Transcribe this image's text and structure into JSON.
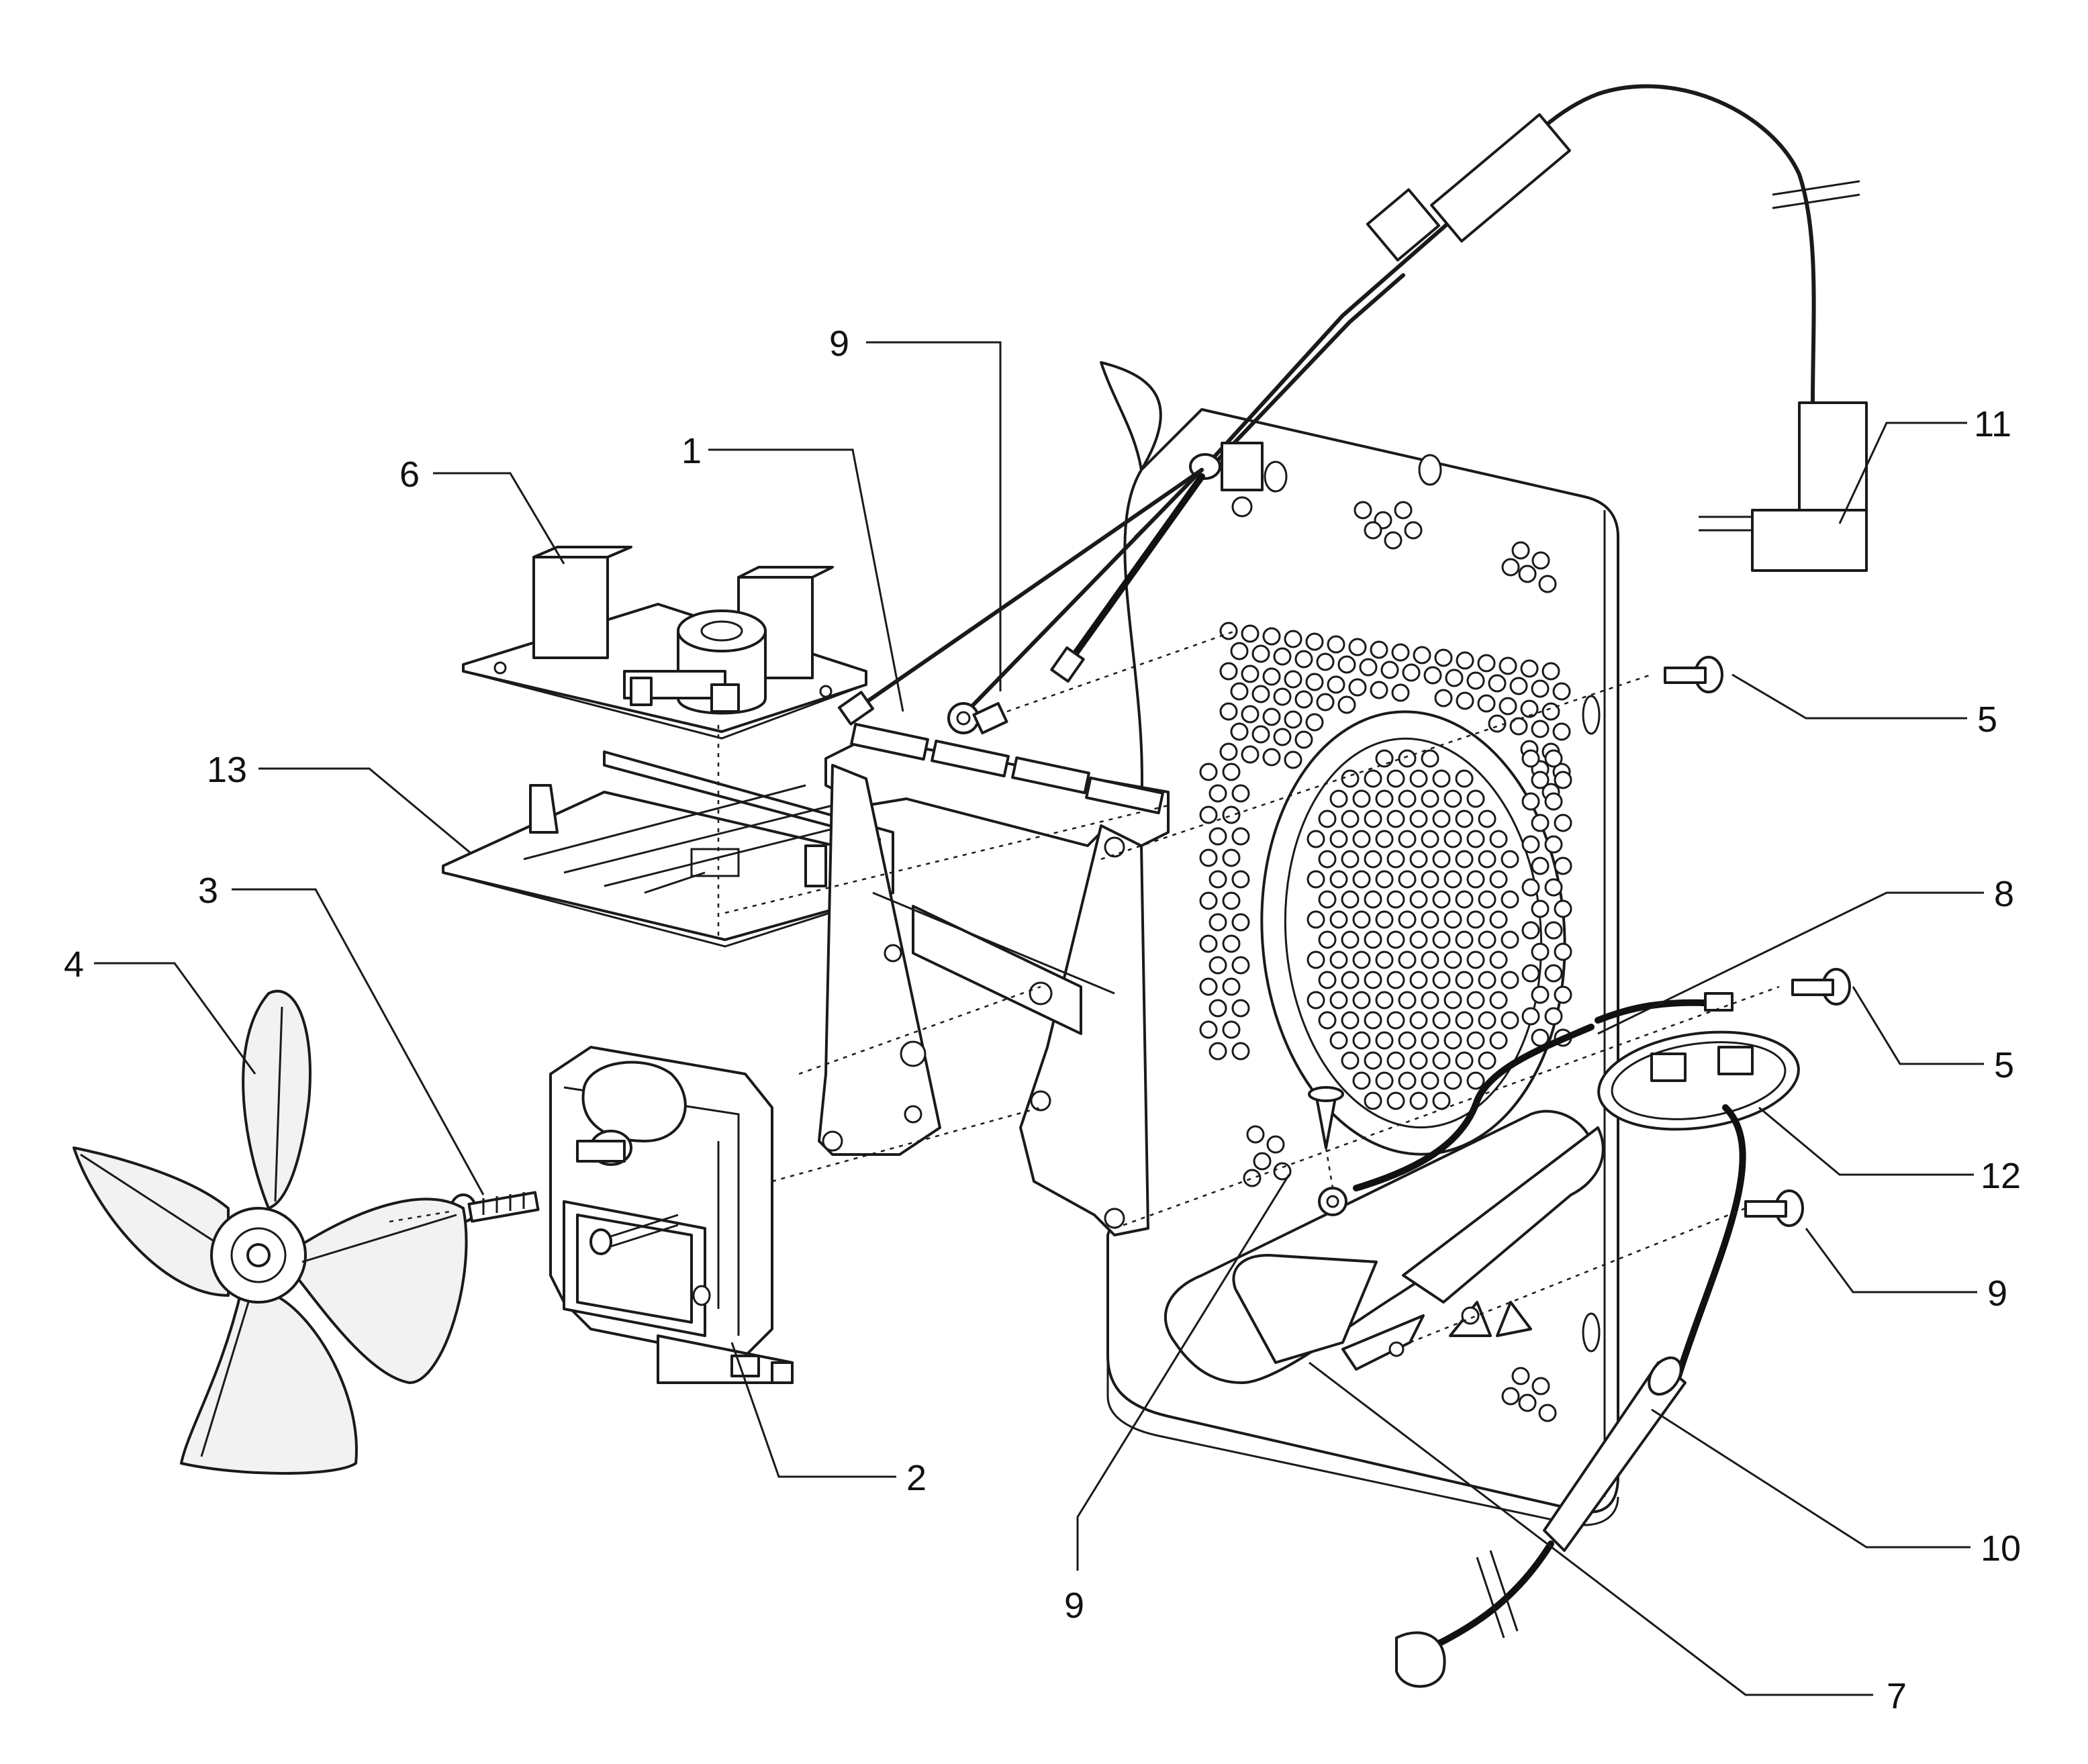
{
  "callouts": [
    {
      "id": "c9a",
      "label": "9"
    },
    {
      "id": "c1",
      "label": "1"
    },
    {
      "id": "c6",
      "label": "6"
    },
    {
      "id": "c11",
      "label": "11"
    },
    {
      "id": "c5a",
      "label": "5"
    },
    {
      "id": "c13",
      "label": "13"
    },
    {
      "id": "c3",
      "label": "3"
    },
    {
      "id": "c4",
      "label": "4"
    },
    {
      "id": "c8",
      "label": "8"
    },
    {
      "id": "c5b",
      "label": "5"
    },
    {
      "id": "c12",
      "label": "12"
    },
    {
      "id": "c9b",
      "label": "9"
    },
    {
      "id": "c2",
      "label": "2"
    },
    {
      "id": "c10",
      "label": "10"
    },
    {
      "id": "c9c",
      "label": "9"
    },
    {
      "id": "c7",
      "label": "7"
    }
  ]
}
